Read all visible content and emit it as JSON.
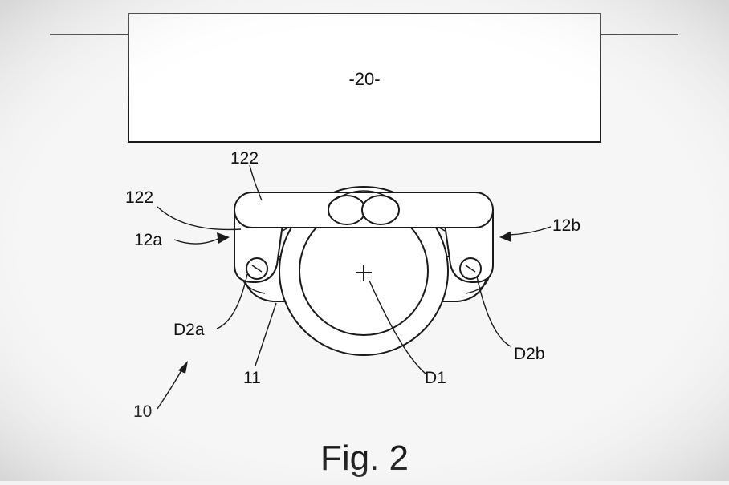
{
  "figure": {
    "component_label": "-20-",
    "labels": {
      "arm_top": "122",
      "arm_left": "122",
      "side_left": "12a",
      "side_right": "12b",
      "pivot_left": "D2a",
      "pivot_right": "D2b",
      "body": "11",
      "center": "D1",
      "assembly": "10"
    },
    "caption": "Fig. 2"
  }
}
